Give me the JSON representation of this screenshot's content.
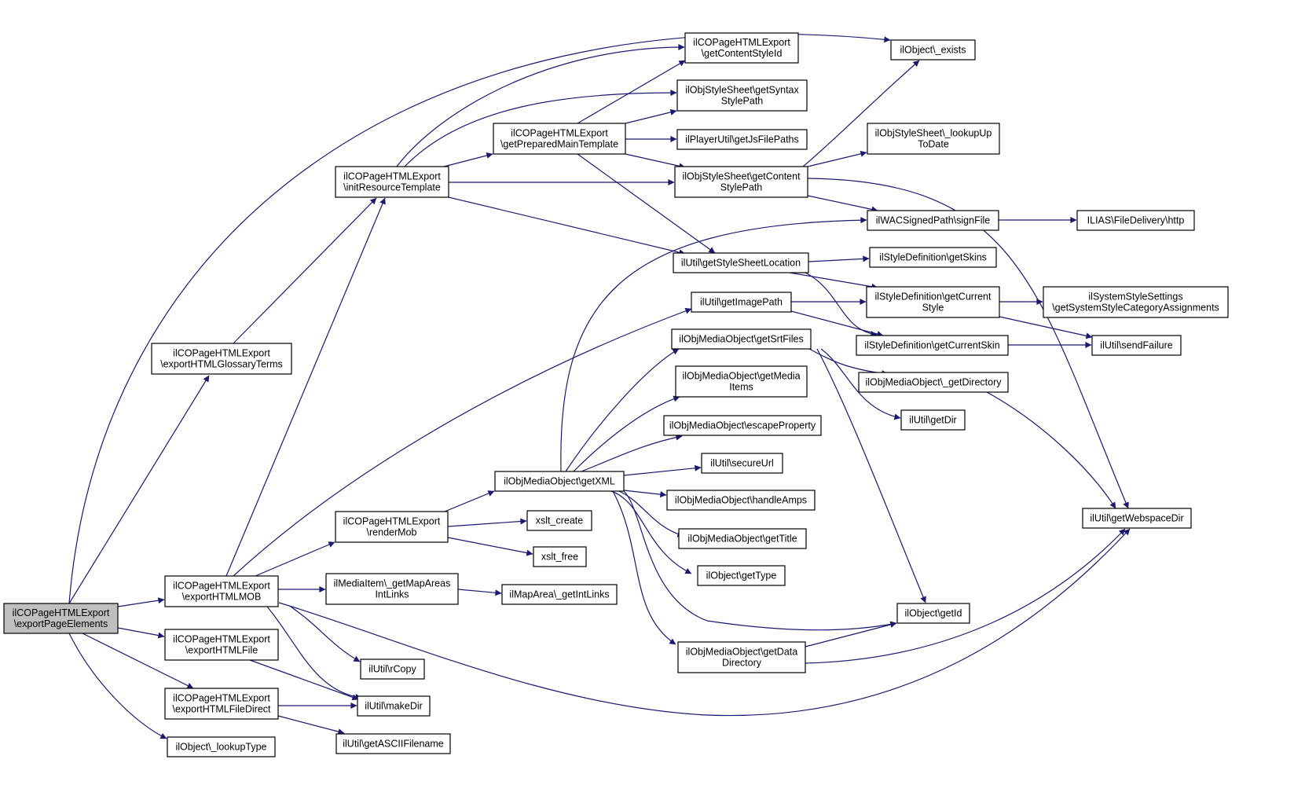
{
  "colors": {
    "edge": "#191970",
    "root_fill": "#bfbfbf",
    "node_fill": "#ffffff",
    "node_stroke": "#000000"
  },
  "nodes": [
    {
      "id": "root",
      "lines": [
        "ilCOPageHTMLExport",
        "\\exportPageElements"
      ],
      "root": true
    },
    {
      "id": "glossary",
      "lines": [
        "ilCOPageHTMLExport",
        "\\exportHTMLGlossaryTerms"
      ]
    },
    {
      "id": "initres",
      "lines": [
        "ilCOPageHTMLExport",
        "\\initResourceTemplate"
      ]
    },
    {
      "id": "prepmain",
      "lines": [
        "ilCOPageHTMLExport",
        "\\getPreparedMainTemplate"
      ]
    },
    {
      "id": "contentstyleid",
      "lines": [
        "ilCOPageHTMLExport",
        "\\getContentStyleId"
      ]
    },
    {
      "id": "syntaxstyle",
      "lines": [
        "ilObjStyleSheet\\getSyntax",
        "StylePath"
      ]
    },
    {
      "id": "jsfilepaths",
      "lines": [
        "ilPlayerUtil\\getJsFilePaths"
      ]
    },
    {
      "id": "contentstyle",
      "lines": [
        "ilObjStyleSheet\\getContent",
        "StylePath"
      ]
    },
    {
      "id": "exists",
      "lines": [
        "ilObject\\_exists"
      ]
    },
    {
      "id": "lookupuptodate",
      "lines": [
        "ilObjStyleSheet\\_lookupUp",
        "ToDate"
      ]
    },
    {
      "id": "signfile",
      "lines": [
        "ilWACSignedPath\\signFile"
      ]
    },
    {
      "id": "filedelivery",
      "lines": [
        "ILIAS\\FileDelivery\\http"
      ]
    },
    {
      "id": "stylesheetloc",
      "lines": [
        "ilUtil\\getStyleSheetLocation"
      ]
    },
    {
      "id": "getskins",
      "lines": [
        "ilStyleDefinition\\getSkins"
      ]
    },
    {
      "id": "imagepath",
      "lines": [
        "ilUtil\\getImagePath"
      ]
    },
    {
      "id": "currentstyle",
      "lines": [
        "ilStyleDefinition\\getCurrent",
        "Style"
      ]
    },
    {
      "id": "systemstyle",
      "lines": [
        "ilSystemStyleSettings",
        "\\getSystemStyleCategoryAssignments"
      ]
    },
    {
      "id": "srtfiles",
      "lines": [
        "ilObjMediaObject\\getSrtFiles"
      ]
    },
    {
      "id": "currentskin",
      "lines": [
        "ilStyleDefinition\\getCurrentSkin"
      ]
    },
    {
      "id": "sendfailure",
      "lines": [
        "ilUtil\\sendFailure"
      ]
    },
    {
      "id": "mediaitems",
      "lines": [
        "ilObjMediaObject\\getMedia",
        "Items"
      ]
    },
    {
      "id": "getdirectory",
      "lines": [
        "ilObjMediaObject\\_getDirectory"
      ]
    },
    {
      "id": "getdir",
      "lines": [
        "ilUtil\\getDir"
      ]
    },
    {
      "id": "escapeprop",
      "lines": [
        "ilObjMediaObject\\escapeProperty"
      ]
    },
    {
      "id": "secureurl",
      "lines": [
        "ilUtil\\secureUrl"
      ]
    },
    {
      "id": "getxml",
      "lines": [
        "ilObjMediaObject\\getXML"
      ]
    },
    {
      "id": "handleamps",
      "lines": [
        "ilObjMediaObject\\handleAmps"
      ]
    },
    {
      "id": "webspacedir",
      "lines": [
        "ilUtil\\getWebspaceDir"
      ]
    },
    {
      "id": "rendermob",
      "lines": [
        "ilCOPageHTMLExport",
        "\\renderMob"
      ]
    },
    {
      "id": "xsltcreate",
      "lines": [
        "xslt_create"
      ]
    },
    {
      "id": "gettitle",
      "lines": [
        "ilObjMediaObject\\getTitle"
      ]
    },
    {
      "id": "xsltfree",
      "lines": [
        "xslt_free"
      ]
    },
    {
      "id": "gettype",
      "lines": [
        "ilObject\\getType"
      ]
    },
    {
      "id": "exportmob",
      "lines": [
        "ilCOPageHTMLExport",
        "\\exportHTMLMOB"
      ]
    },
    {
      "id": "mapareas",
      "lines": [
        "ilMediaItem\\_getMapAreas",
        "IntLinks"
      ]
    },
    {
      "id": "intlinks",
      "lines": [
        "ilMapArea\\_getIntLinks"
      ]
    },
    {
      "id": "getid",
      "lines": [
        "ilObject\\getId"
      ]
    },
    {
      "id": "exportfile",
      "lines": [
        "ilCOPageHTMLExport",
        "\\exportHTMLFile"
      ]
    },
    {
      "id": "datadir",
      "lines": [
        "ilObjMediaObject\\getData",
        "Directory"
      ]
    },
    {
      "id": "rcopy",
      "lines": [
        "ilUtil\\rCopy"
      ]
    },
    {
      "id": "exportfiledirect",
      "lines": [
        "ilCOPageHTMLExport",
        "\\exportHTMLFileDirect"
      ]
    },
    {
      "id": "makedir",
      "lines": [
        "ilUtil\\makeDir"
      ]
    },
    {
      "id": "asciifilename",
      "lines": [
        "ilUtil\\getASCIIFilename"
      ]
    },
    {
      "id": "lookuptype",
      "lines": [
        "ilObject\\_lookupType"
      ]
    }
  ]
}
